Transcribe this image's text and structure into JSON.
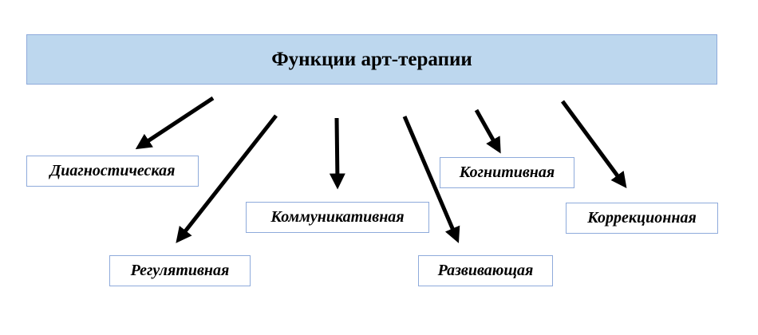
{
  "title": "Функции арт-терапии",
  "functions": [
    {
      "id": "diagnostic",
      "label": "Диагностическая"
    },
    {
      "id": "regulative",
      "label": "Регулятивная"
    },
    {
      "id": "communicative",
      "label": "Коммуникативная"
    },
    {
      "id": "developing",
      "label": "Развивающая"
    },
    {
      "id": "cognitive",
      "label": "Когнитивная"
    },
    {
      "id": "correction",
      "label": "Коррекционная"
    }
  ],
  "colors": {
    "header_fill": "#bdd7ee",
    "border": "#8eaadb",
    "arrow": "#000000"
  }
}
